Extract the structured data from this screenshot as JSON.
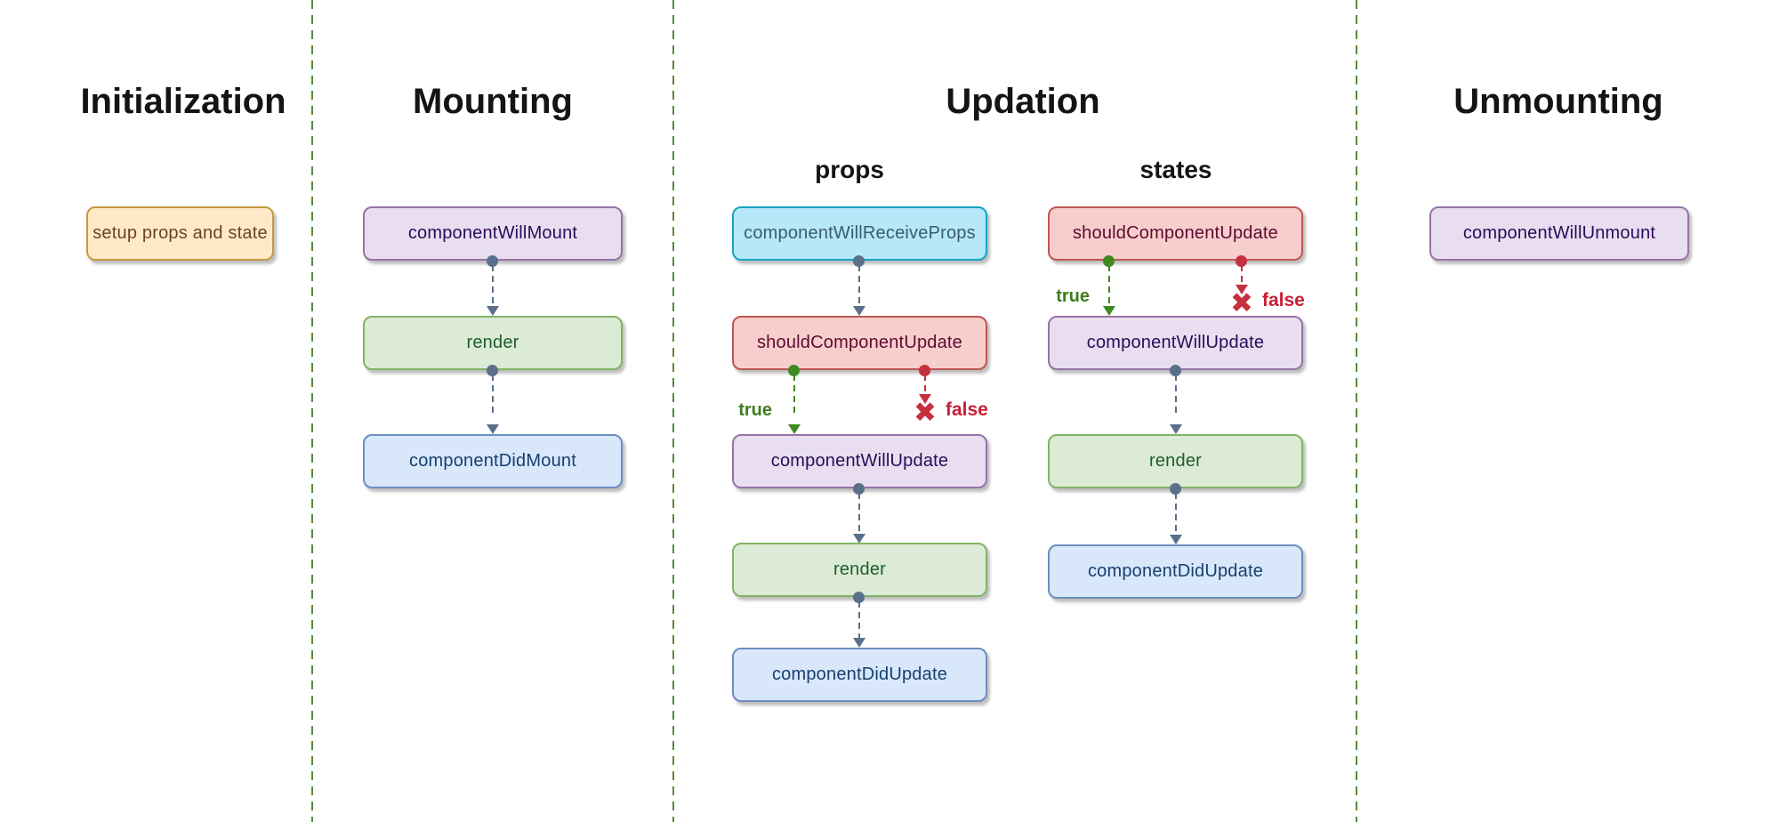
{
  "sections": [
    {
      "title": "Initialization",
      "nodes": [
        {
          "label": "setup props and state",
          "style": "orange"
        }
      ]
    },
    {
      "title": "Mounting",
      "nodes": [
        {
          "label": "componentWillMount",
          "style": "purple"
        },
        {
          "label": "render",
          "style": "green"
        },
        {
          "label": "componentDidMount",
          "style": "blue"
        }
      ]
    },
    {
      "title": "Updation",
      "columns": [
        {
          "label": "props",
          "nodes": [
            {
              "label": "componentWillReceiveProps",
              "style": "cyan"
            },
            {
              "label": "shouldComponentUpdate",
              "style": "red"
            },
            {
              "label": "componentWillUpdate",
              "style": "purple"
            },
            {
              "label": "render",
              "style": "green"
            },
            {
              "label": "componentDidUpdate",
              "style": "blue"
            }
          ],
          "branch": {
            "true_label": "true",
            "false_label": "false"
          }
        },
        {
          "label": "states",
          "nodes": [
            {
              "label": "shouldComponentUpdate",
              "style": "red"
            },
            {
              "label": "componentWillUpdate",
              "style": "purple"
            },
            {
              "label": "render",
              "style": "green"
            },
            {
              "label": "componentDidUpdate",
              "style": "blue"
            }
          ],
          "branch": {
            "true_label": "true",
            "false_label": "false"
          }
        }
      ]
    },
    {
      "title": "Unmounting",
      "nodes": [
        {
          "label": "componentWillUnmount",
          "style": "purple"
        }
      ]
    }
  ],
  "icons": {
    "cross": "✖"
  },
  "colors": {
    "background": "#ffffff",
    "divider_green": "#568b3a",
    "arrow_slate": "#5a6f8a",
    "branch_true_green": "#3e8a1f",
    "branch_false_red": "#c62f3e",
    "node_orange_fill": "#ffe9c9",
    "node_orange_border": "#c89a3e",
    "node_orange_text": "#6b4423",
    "node_purple_fill": "#e8def0",
    "node_purple_border": "#9673a6",
    "node_purple_text": "#2d0a5a",
    "node_green_fill": "#dcebd5",
    "node_green_border": "#82b366",
    "node_green_text": "#1d5e2d",
    "node_blue_fill": "#d9e7fb",
    "node_blue_border": "#6c8ebf",
    "node_blue_text": "#16406e",
    "node_cyan_fill": "#b6e8f9",
    "node_cyan_border": "#16a4c4",
    "node_cyan_text": "#3a5b6f",
    "node_red_fill": "#f8cecc",
    "node_red_border": "#bd5753",
    "node_red_text": "#5d0a30"
  }
}
